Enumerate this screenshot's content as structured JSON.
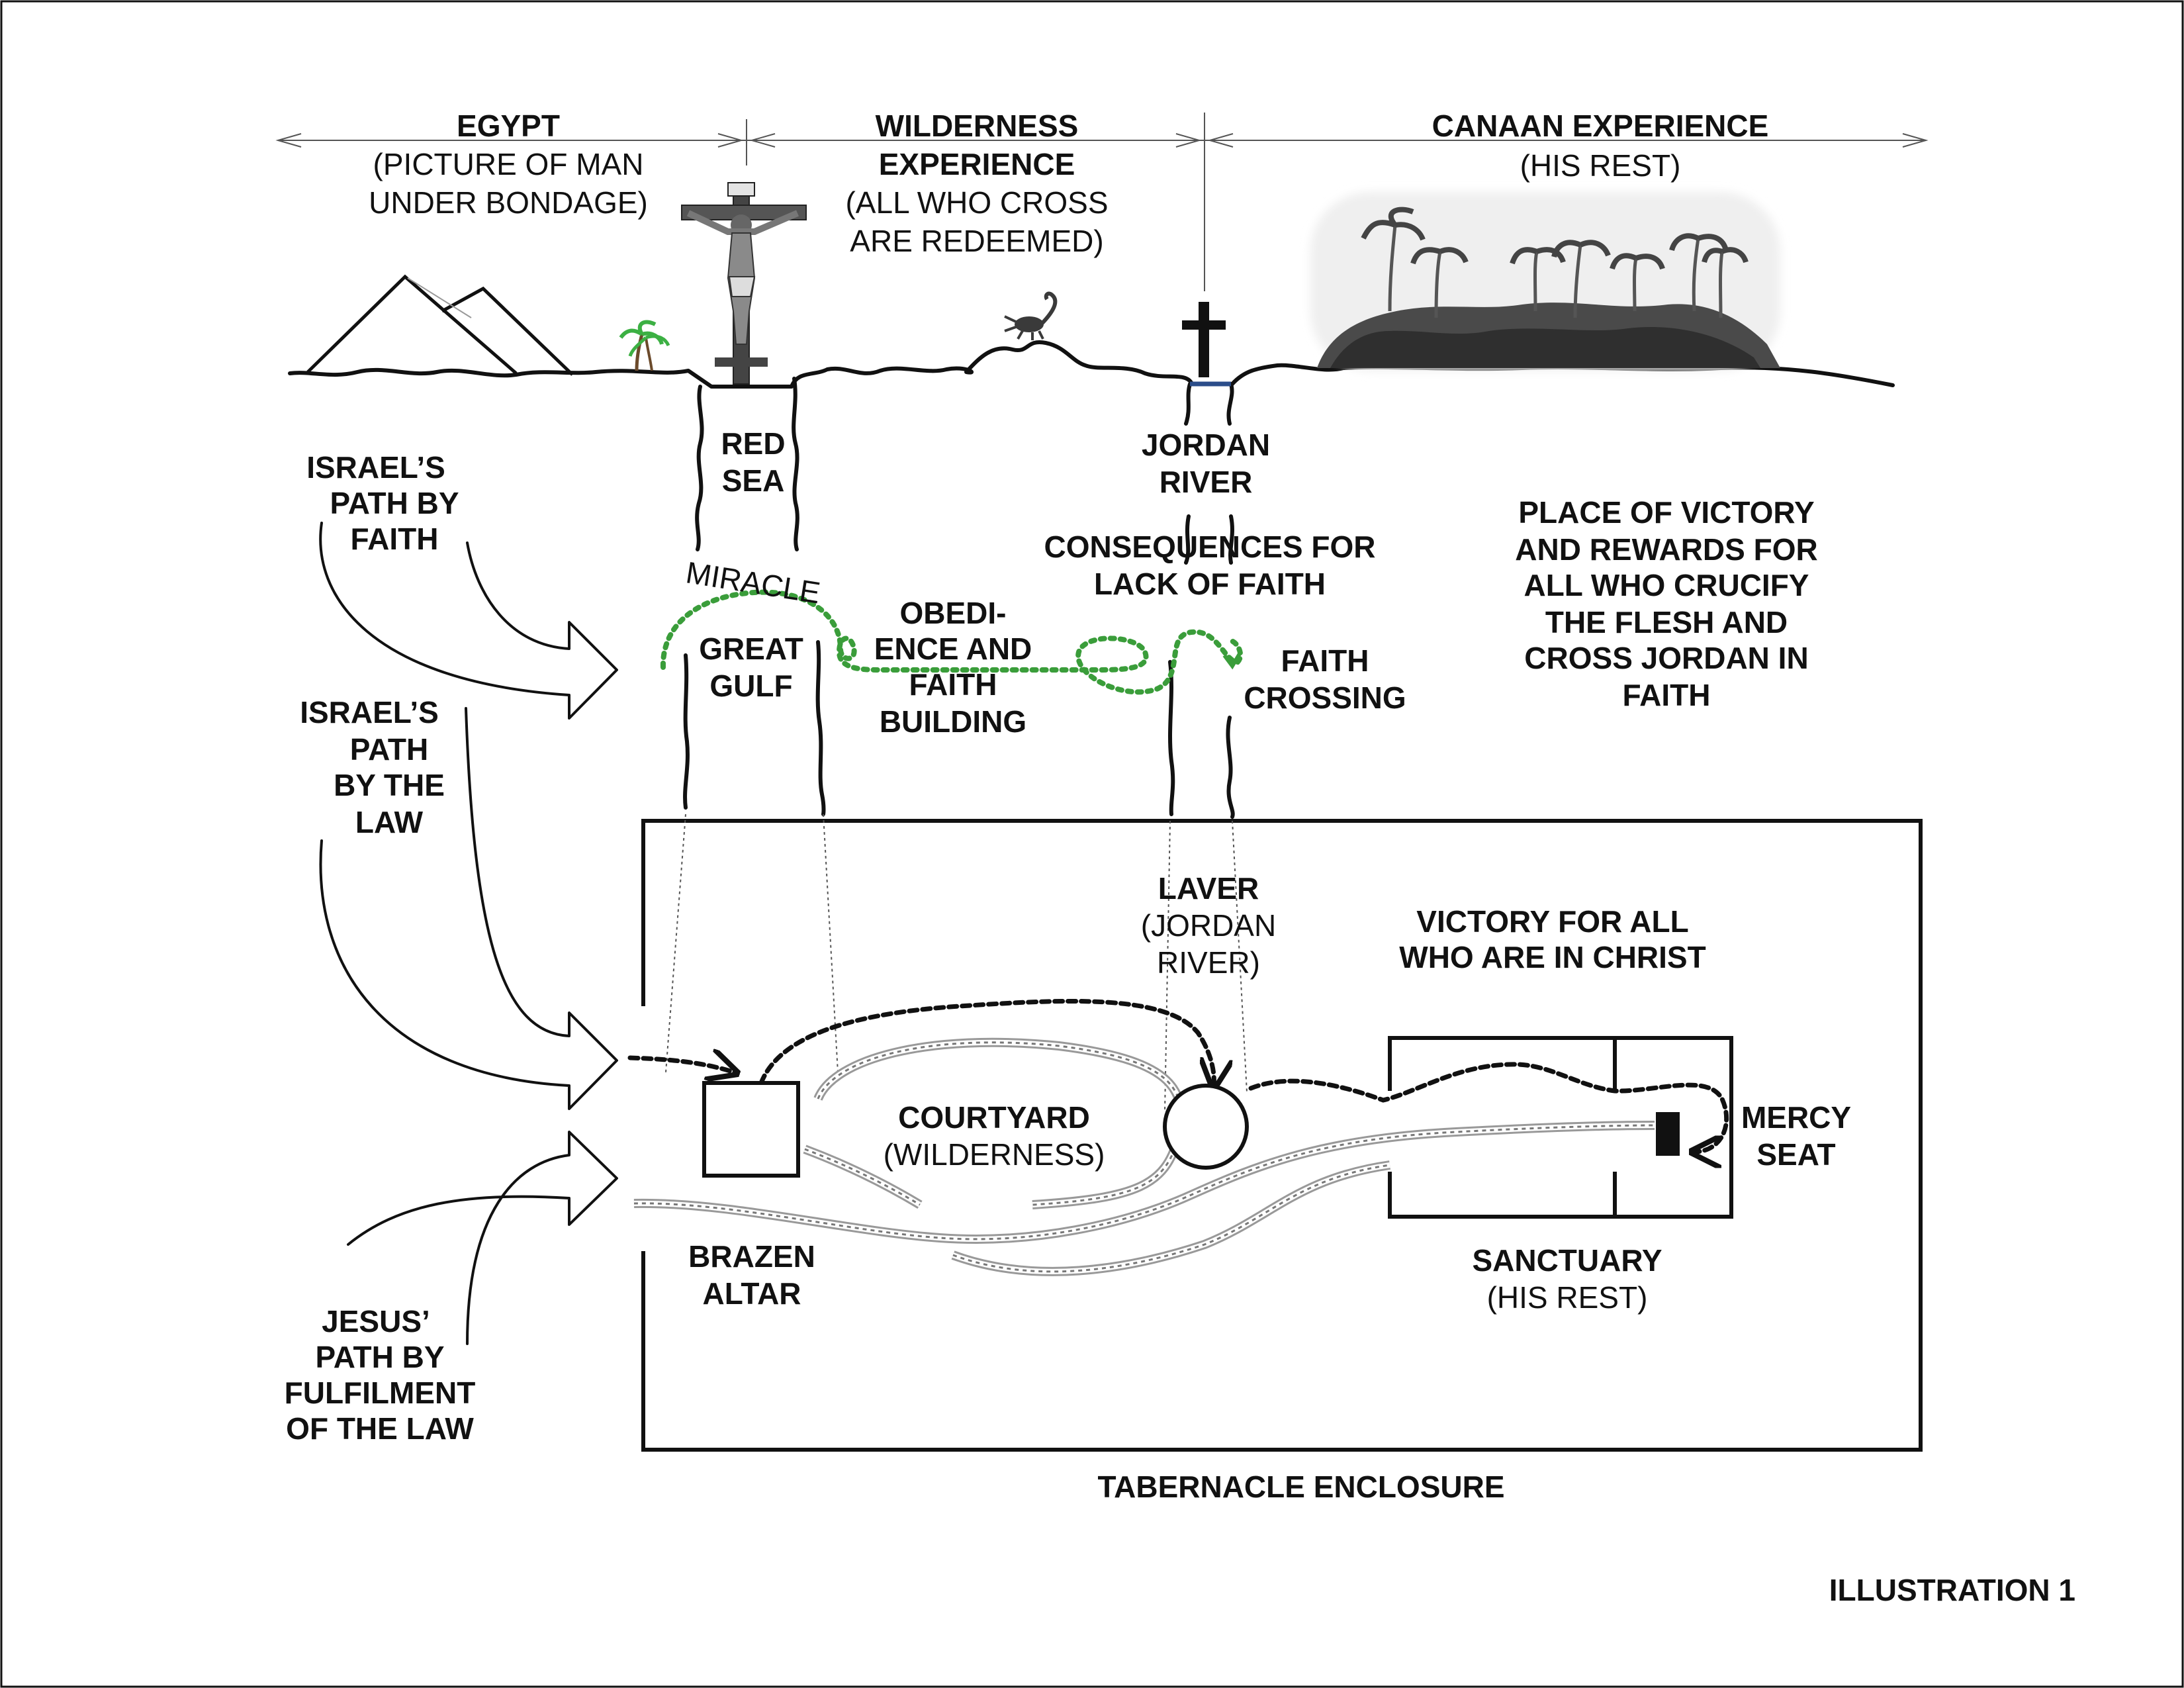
{
  "regions": {
    "egypt": {
      "title": "EGYPT",
      "sub1": "(PICTURE OF MAN",
      "sub2": "UNDER BONDAGE)"
    },
    "wilderness": {
      "title1": "WILDERNESS",
      "title2": "EXPERIENCE",
      "sub1": "(ALL WHO CROSS",
      "sub2": "ARE REDEEMED)"
    },
    "canaan": {
      "title": "CANAAN EXPERIENCE",
      "sub": "(HIS REST)"
    }
  },
  "crossings": {
    "red_sea": [
      "RED",
      "SEA"
    ],
    "jordan_river": [
      "JORDAN",
      "RIVER"
    ],
    "miracle": "MIRACLE",
    "great_gulf": [
      "GREAT",
      "GULF"
    ],
    "obedience": [
      "OBEDI-",
      "ENCE AND",
      "FAITH",
      "BUILDING"
    ],
    "consequences": [
      "CONSEQUENCES FOR",
      "LACK OF FAITH"
    ],
    "faith_crossing": [
      "FAITH",
      "CROSSING"
    ],
    "victory_rewards": [
      "PLACE OF VICTORY",
      "AND REWARDS FOR",
      "ALL WHO CRUCIFY",
      "THE FLESH AND",
      "CROSS JORDAN IN",
      "FAITH"
    ]
  },
  "paths": {
    "faith": [
      "ISRAEL’S",
      "PATH BY",
      "FAITH"
    ],
    "law": [
      "ISRAEL’S",
      "PATH",
      "BY THE",
      "LAW"
    ],
    "jesus": [
      "JESUS’",
      "PATH BY",
      "FULFILMENT",
      "OF THE LAW"
    ]
  },
  "tabernacle": {
    "laver": {
      "title": "LAVER",
      "sub1": "(JORDAN",
      "sub2": "RIVER)"
    },
    "victory_christ": [
      "VICTORY FOR ALL",
      "WHO ARE IN CHRIST"
    ],
    "courtyard": {
      "title": "COURTYARD",
      "sub": "(WILDERNESS)"
    },
    "brazen_altar": [
      "BRAZEN",
      "ALTAR"
    ],
    "mercy_seat": [
      "MERCY",
      "SEAT"
    ],
    "sanctuary": {
      "title": "SANCTUARY",
      "sub": "(HIS REST)"
    },
    "enclosure_label": "TABERNACLE ENCLOSURE"
  },
  "illustration_label": "ILLUSTRATION 1",
  "colors": {
    "ink": "#111111",
    "faith_path": "#3a9d3a",
    "jesus_path": "#8a8a8a",
    "water": "#2b4d8a",
    "palm": "#3cb043"
  },
  "icons": [
    "pyramids-icon",
    "palm-tree-icon",
    "crucifix-icon",
    "scorpion-icon",
    "cross-icon",
    "palm-grove-icon"
  ]
}
